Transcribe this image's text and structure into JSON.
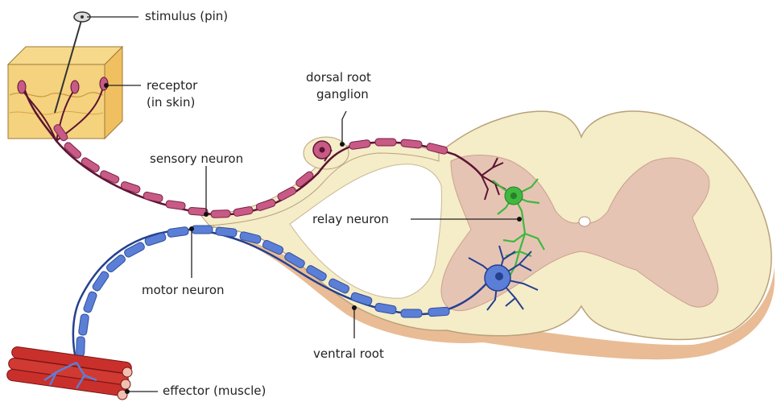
{
  "labels": {
    "stimulus": "stimulus (pin)",
    "receptor_1": "receptor",
    "receptor_2": "(in skin)",
    "dorsal_1": "dorsal root",
    "dorsal_2": "ganglion",
    "sensory": "sensory neuron",
    "relay": "relay neuron",
    "motor": "motor neuron",
    "ventral": "ventral root",
    "effector": "effector (muscle)"
  },
  "colors": {
    "tissue": "#f5ecc8",
    "tissue_outline": "#b9a27a",
    "grey_matter": "#e6c4b4",
    "skin_top": "#f2c86a",
    "skin_side": "#f4d27e",
    "sensory_myelin": "#c85a86",
    "sensory_axon": "#5c1432",
    "motor_myelin": "#5b7fd6",
    "motor_axon": "#24408f",
    "relay": "#3fb83f",
    "muscle": "#c9302c"
  }
}
